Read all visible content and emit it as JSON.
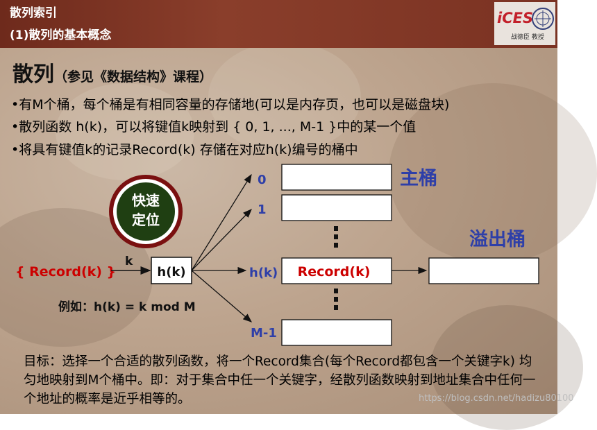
{
  "header": {
    "line1": "散列索引",
    "line2": "(1)散列的基本概念",
    "logo_text": "iCES",
    "logo_caption": "战德臣 教授"
  },
  "title": {
    "main": "散列",
    "sub": "（参见《数据结构》课程）"
  },
  "bullets": [
    "•有M个桶，每个桶是有相同容量的存储地(可以是内存页，也可以是磁盘块)",
    "•散列函数 h(k)，可以将键值k映射到 { 0, 1, ..., M-1 }中的某一个值",
    "•将具有键值k的记录Record(k) 存储在对应h(k)编号的桶中"
  ],
  "diagram": {
    "badge_line1": "快速",
    "badge_line2": "定位",
    "input_label": "{ Record(k) }",
    "arrow_label": "k",
    "hash_box": "h(k)",
    "example": "例如：h(k) = k mod M",
    "bucket_labels": [
      "0",
      "1",
      "h(k)",
      "M-1"
    ],
    "bucket_hk_content": "Record(k)",
    "main_bucket_label": "主桶",
    "overflow_label": "溢出桶"
  },
  "goal": "目标：选择一个合适的散列函数，将一个Record集合(每个Record都包含一个关键字k) 均匀地映射到M个桶中。即：对于集合中任一个关键字，经散列函数映射到地址集合中任何一个地址的概率是近乎相等的。",
  "watermark": "https://blog.csdn.net/hadizu80100",
  "colors": {
    "header_bg": "#7a3222",
    "badge_ring": "#7a1010",
    "badge_fill": "#1f3f12",
    "red_text": "#cc0000",
    "blue_text": "#2e3fa8"
  }
}
